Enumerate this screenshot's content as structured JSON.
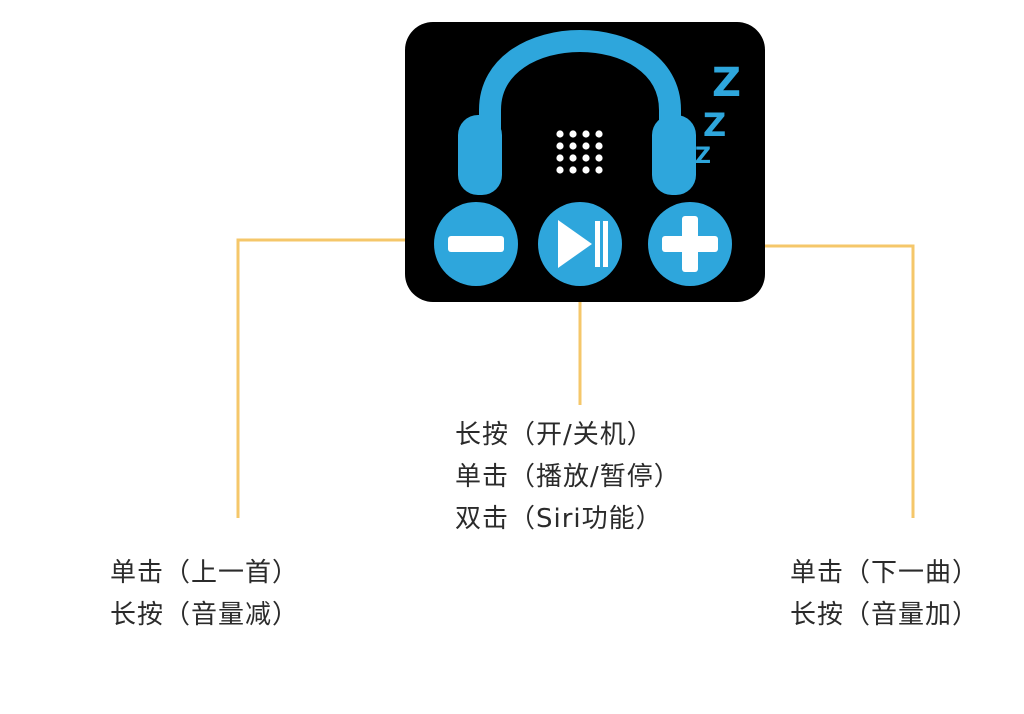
{
  "colors": {
    "device_body": "#000000",
    "accent_blue": "#2ea6dc",
    "callout_line": "#f5c76a",
    "text": "#2b2b2b",
    "icon_white": "#ffffff"
  },
  "icons": {
    "headphones": "headphones-icon",
    "sleep": "sleep-zzz-icon",
    "indicator": "dot-grid-icon",
    "minus": "minus-icon",
    "play_pause": "play-pause-icon",
    "plus": "plus-icon"
  },
  "sleep_letters": [
    "Z",
    "Z",
    "Z"
  ],
  "labels": {
    "center": [
      "长按（开/关机）",
      "单击（播放/暂停）",
      "双击（Siri功能）"
    ],
    "left": [
      "单击（上一首）",
      "长按（音量减）"
    ],
    "right": [
      "单击（下一曲）",
      "长按（音量加）"
    ]
  }
}
